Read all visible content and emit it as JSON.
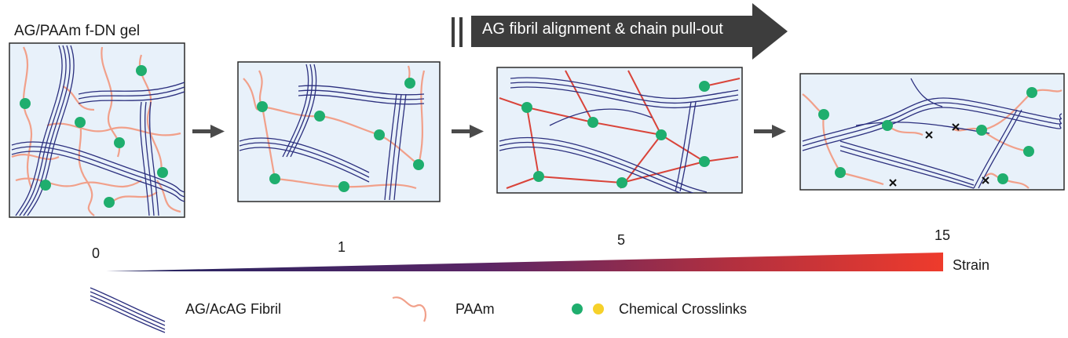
{
  "title": "AG/PAAm f-DN gel",
  "banner": "AG fibril alignment & chain pull-out",
  "strain": {
    "label": "Strain",
    "ticks": [
      {
        "value": 0,
        "label": "0"
      },
      {
        "value": 1,
        "label": "1"
      },
      {
        "value": 5,
        "label": "5"
      },
      {
        "value": 15,
        "label": "15"
      }
    ]
  },
  "legend": {
    "fibril": "AG/AcAG Fibril",
    "paam": "PAAm",
    "crosslinks": "Chemical Crosslinks"
  },
  "colors": {
    "panel_fill": "#e8f1fa",
    "fibril": "#2b2f7e",
    "paam": "#f1a08a",
    "stretched": "#d9443a",
    "crosslink_green": "#1fae6e",
    "crosslink_yellow": "#f6d12a",
    "arrow": "#4a4a4a",
    "banner": "#3d3d3d",
    "gradient_start": "#1f2460",
    "gradient_end": "#ee3b2c"
  },
  "panels": [
    {
      "state": "relaxed"
    },
    {
      "state": "strain 1"
    },
    {
      "state": "strain 5"
    },
    {
      "state": "strain 15"
    }
  ]
}
